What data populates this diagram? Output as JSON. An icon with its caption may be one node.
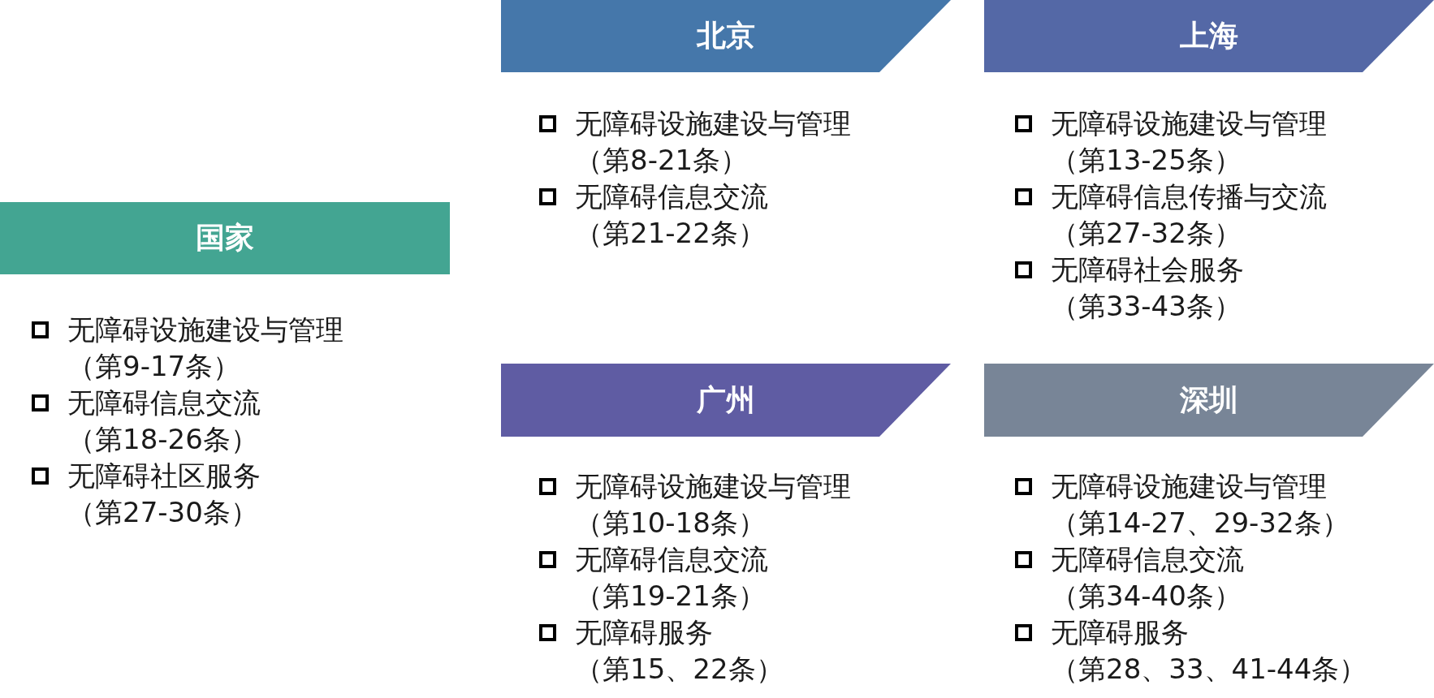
{
  "diagram": {
    "nodes": [
      {
        "text": [
          "国家"
        ],
        "beside": [
          "无障碍设施建设与管理",
          "（第9-17条）",
          "无障碍信息交流",
          "（第18-26条）",
          "无障碍社区服务",
          "（第27-30条）"
        ]
      },
      {
        "text": [
          "北京"
        ],
        "beside": [
          "无障碍设施建设与管理",
          "（第8-21条）",
          "无障碍信息交流",
          "（第21-22条）"
        ]
      },
      {
        "text": [
          "上海"
        ],
        "beside": [
          "无障碍设施建设与管理",
          "（第13-25条）",
          "无障碍信息传播与交流",
          "（第27-32条）",
          "无障碍社会服务",
          "（第33-43条）"
        ]
      },
      {
        "text": [
          "广州"
        ],
        "beside": [
          "无障碍设施建设与管理",
          "（第10-18条）",
          "无障碍信息交流",
          "（第19-21条）",
          "无障碍服务",
          "（第15、22条）"
        ]
      },
      {
        "text": [
          "深圳"
        ],
        "beside": [
          "无障碍设施建设与管理",
          "（第14-27、29-32条）",
          "无障碍信息交流",
          "（第34-40条）",
          "无障碍服务",
          "（第28、33、41-44条）"
        ]
      }
    ]
  }
}
